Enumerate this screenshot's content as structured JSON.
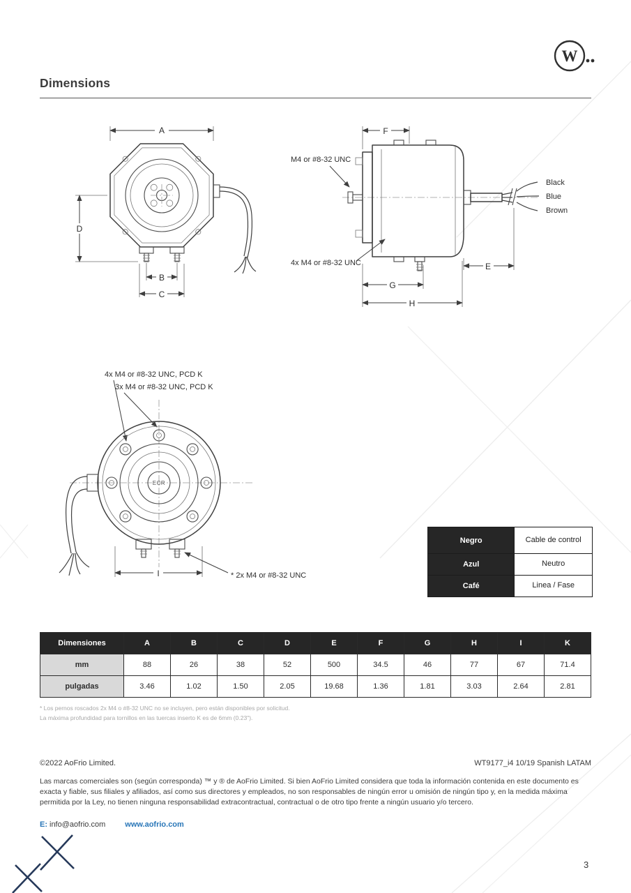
{
  "logo": {
    "letter": "W"
  },
  "header": {
    "title": "Dimensions"
  },
  "front_view": {
    "dim_a": "A",
    "dim_b": "B",
    "dim_c": "C",
    "dim_d": "D"
  },
  "side_view": {
    "dim_f": "F",
    "dim_e": "E",
    "dim_g": "G",
    "dim_h": "H",
    "screw_top_label": "M4 or #8-32 UNC",
    "screw_bottom_label": "4x M4 or #8-32 UNC",
    "wires": [
      "Black",
      "Blue",
      "Brown"
    ]
  },
  "rear_view": {
    "pcd_label_4x": "4x M4 or #8-32 UNC, PCD K",
    "pcd_label_3x": "3x M4 or #8-32 UNC, PCD K",
    "hub_text": "ECR",
    "dim_i": "I",
    "screw_note": "* 2x M4 or #8-32 UNC"
  },
  "wire_table": {
    "rows": [
      {
        "color": "Negro",
        "function": "Cable de control"
      },
      {
        "color": "Azul",
        "function": "Neutro"
      },
      {
        "color": "Café",
        "function": "Linea / Fase"
      }
    ]
  },
  "dim_table": {
    "headers": [
      "Dimensiones",
      "A",
      "B",
      "C",
      "D",
      "E",
      "F",
      "G",
      "H",
      "I",
      "K"
    ],
    "row_mm": {
      "label": "mm",
      "values": [
        "88",
        "26",
        "38",
        "52",
        "500",
        "34.5",
        "46",
        "77",
        "67",
        "71.4"
      ]
    },
    "row_in": {
      "label": "pulgadas",
      "values": [
        "3.46",
        "1.02",
        "1.50",
        "2.05",
        "19.68",
        "1.36",
        "1.81",
        "3.03",
        "2.64",
        "2.81"
      ]
    }
  },
  "footnotes": {
    "line1": "* Los pernos roscados 2x M4 o #8-32 UNC no se incluyen, pero están disponibles por solicitud.",
    "line2": "La máxima profundidad para tornillos en las tuercas inserto K es de 6mm (0.23\")."
  },
  "footer": {
    "copyright": "©2022 AoFrio Limited.",
    "doc_code": "WT9177_i4 10/19 Spanish LATAM",
    "legal": "Las marcas comerciales son (según corresponda) ™ y ® de AoFrio Limited. Si bien AoFrio Limited considera que toda la información contenida en este documento es exacta y fiable, sus filiales y afiliados, así como sus directores y empleados, no son responsables de ningún error u omisión de ningún tipo y, en la medida máxima permitida por la Ley, no tienen ninguna responsabilidad extracontractual, contractual o de otro tipo frente a ningún usuario y/o tercero.",
    "email_label": "E:",
    "email": "info@aofrio.com",
    "website": "www.aofrio.com",
    "page_number": "3"
  }
}
